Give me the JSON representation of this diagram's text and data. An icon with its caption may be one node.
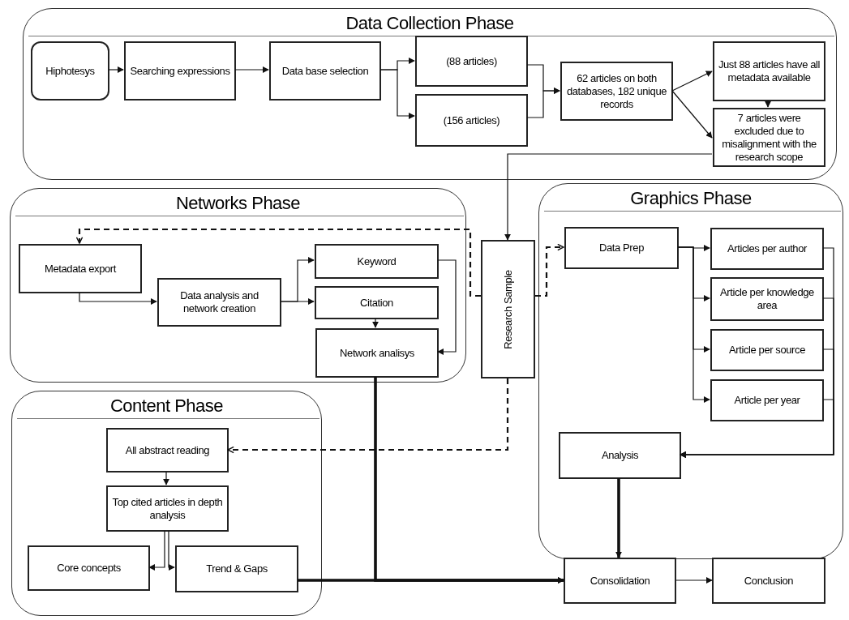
{
  "diagram": {
    "nodes": [
      {
        "text": [
          "Data Collection Phase"
        ]
      },
      {
        "text": [
          "Hiphotesys"
        ],
        "in": 0
      },
      {
        "text": [
          "Searching expressions"
        ],
        "in": 0
      },
      {
        "text": [
          "Data base selection"
        ],
        "in": 0
      },
      {
        "text": [
          "(88 articles)"
        ],
        "in": 0
      },
      {
        "text": [
          "(156 articles)"
        ],
        "in": 0
      },
      {
        "text": [
          "62 articles on both databases, 182 unique records"
        ],
        "in": 0
      },
      {
        "text": [
          "Just 88 articles have all metadata available"
        ],
        "in": 0
      },
      {
        "text": [
          "7 articles were excluded due to misalignment with the research scope"
        ],
        "in": 0
      },
      {
        "text": [
          "Networks Phase"
        ]
      },
      {
        "text": [
          "Metadata export"
        ],
        "in": 9
      },
      {
        "text": [
          "Data analysis and network creation"
        ],
        "in": 9
      },
      {
        "text": [
          "Keyword"
        ],
        "in": 9
      },
      {
        "text": [
          "Citation"
        ],
        "in": 9
      },
      {
        "text": [
          "Network analisys"
        ],
        "in": 9
      },
      {
        "text": [
          "Research Sample"
        ]
      },
      {
        "text": [
          "Graphics Phase"
        ]
      },
      {
        "text": [
          "Data Prep"
        ],
        "in": 16
      },
      {
        "text": [
          "Articles per author"
        ],
        "in": 16
      },
      {
        "text": [
          "Article per knowledge area"
        ],
        "in": 16
      },
      {
        "text": [
          "Article per source"
        ],
        "in": 16
      },
      {
        "text": [
          "Article per year"
        ],
        "in": 16
      },
      {
        "text": [
          "Analysis"
        ],
        "in": 16
      },
      {
        "text": [
          "Content Phase"
        ]
      },
      {
        "text": [
          "All abstract reading"
        ],
        "in": 23
      },
      {
        "text": [
          "Top cited articles in depth analysis"
        ],
        "in": 23
      },
      {
        "text": [
          "Core concepts"
        ],
        "in": 23
      },
      {
        "text": [
          "Trend & Gaps"
        ],
        "in": 23
      },
      {
        "text": [
          "Consolidation"
        ]
      },
      {
        "text": [
          "Conclusion"
        ]
      }
    ],
    "edges": [
      {
        "from": 1,
        "to": 2,
        "arrow": "to"
      },
      {
        "from": 2,
        "to": 3,
        "arrow": "to"
      },
      {
        "from": 3,
        "to": 4,
        "arrow": "to"
      },
      {
        "from": 3,
        "to": 5,
        "arrow": "to"
      },
      {
        "from": 4,
        "to": 6,
        "arrow": "to"
      },
      {
        "from": 5,
        "to": 6,
        "arrow": "to"
      },
      {
        "from": 6,
        "to": 7,
        "arrow": "to"
      },
      {
        "from": 6,
        "to": 8,
        "arrow": "to"
      },
      {
        "from": 7,
        "to": 8,
        "arrow": "to"
      },
      {
        "from": 8,
        "to": 15,
        "arrow": "to"
      },
      {
        "from": 15,
        "to": 10,
        "arrow": "to",
        "style": "dashed"
      },
      {
        "from": 15,
        "to": 17,
        "arrow": "to",
        "style": "dashed"
      },
      {
        "from": 15,
        "to": 24,
        "arrow": "to",
        "style": "dashed"
      },
      {
        "from": 10,
        "to": 11,
        "arrow": "to"
      },
      {
        "from": 11,
        "to": 12,
        "arrow": "to"
      },
      {
        "from": 11,
        "to": 13,
        "arrow": "to"
      },
      {
        "from": 13,
        "to": 14,
        "arrow": "to"
      },
      {
        "from": 12,
        "to": 14,
        "arrow": "to"
      },
      {
        "from": 17,
        "to": 18,
        "arrow": "to"
      },
      {
        "from": 17,
        "to": 19,
        "arrow": "to"
      },
      {
        "from": 17,
        "to": 20,
        "arrow": "to"
      },
      {
        "from": 17,
        "to": 21,
        "arrow": "to"
      },
      {
        "from": 18,
        "to": 22,
        "arrow": "to"
      },
      {
        "from": 19,
        "to": 22,
        "arrow": "to"
      },
      {
        "from": 20,
        "to": 22,
        "arrow": "to"
      },
      {
        "from": 21,
        "to": 22,
        "arrow": "to"
      },
      {
        "from": 22,
        "to": 28,
        "arrow": "to",
        "style": "thick"
      },
      {
        "from": 14,
        "to": 28,
        "arrow": "to",
        "style": "thick"
      },
      {
        "from": 27,
        "to": 28,
        "arrow": "to",
        "style": "thick"
      },
      {
        "from": 28,
        "to": 29,
        "arrow": "to"
      },
      {
        "from": 24,
        "to": 25,
        "arrow": "to"
      },
      {
        "from": 25,
        "to": 26,
        "arrow": "to"
      },
      {
        "from": 25,
        "to": 27,
        "arrow": "to"
      }
    ]
  }
}
